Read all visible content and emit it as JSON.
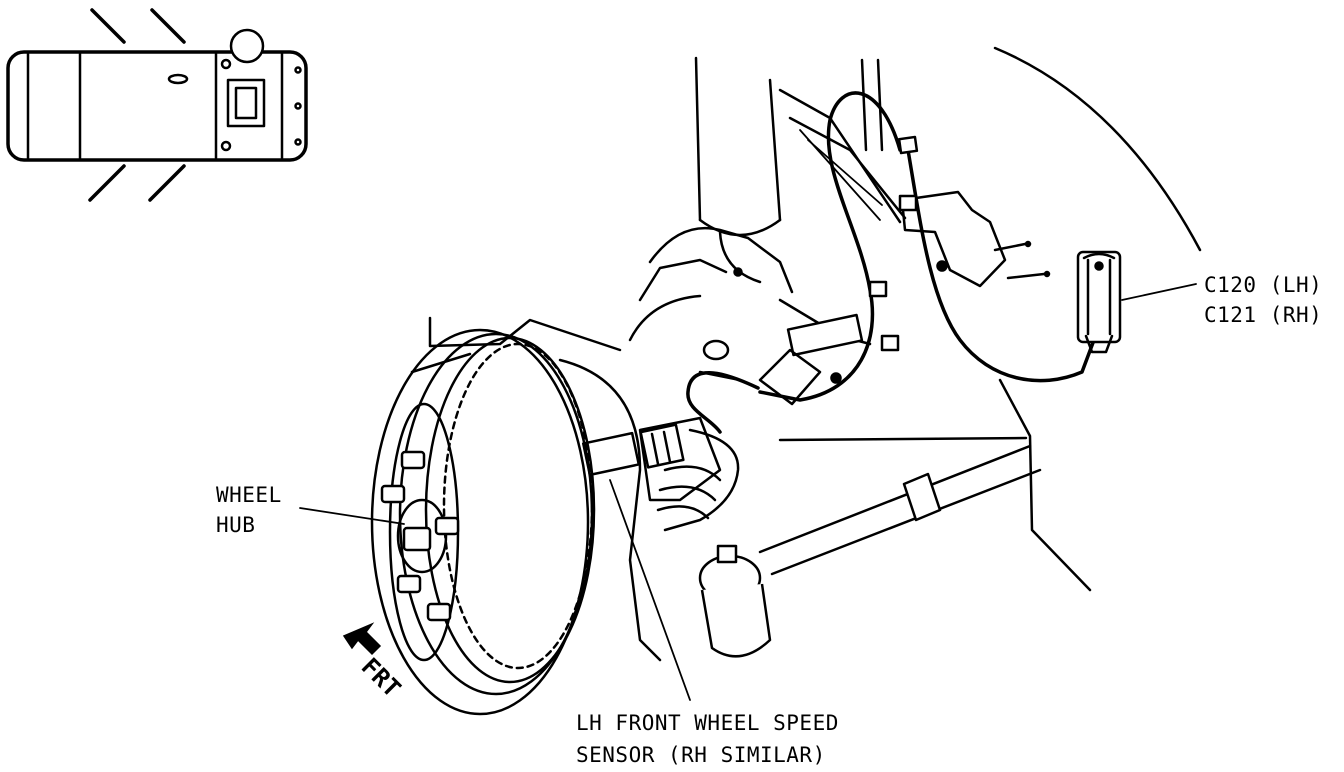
{
  "labels": {
    "connector_lh": "C120 (LH)",
    "connector_rh": "C121 (RH)",
    "wheel_hub_line1": "WHEEL",
    "wheel_hub_line2": "HUB",
    "sensor_line1": "LH FRONT WHEEL SPEED",
    "sensor_line2": "SENSOR (RH SIMILAR)",
    "front_indicator": "FRT"
  },
  "icons": {
    "vehicle_locator": "vehicle-top-view-icon",
    "front_arrow": "arrow-up-left-icon"
  },
  "colors": {
    "ink": "#000000",
    "background": "#ffffff"
  }
}
